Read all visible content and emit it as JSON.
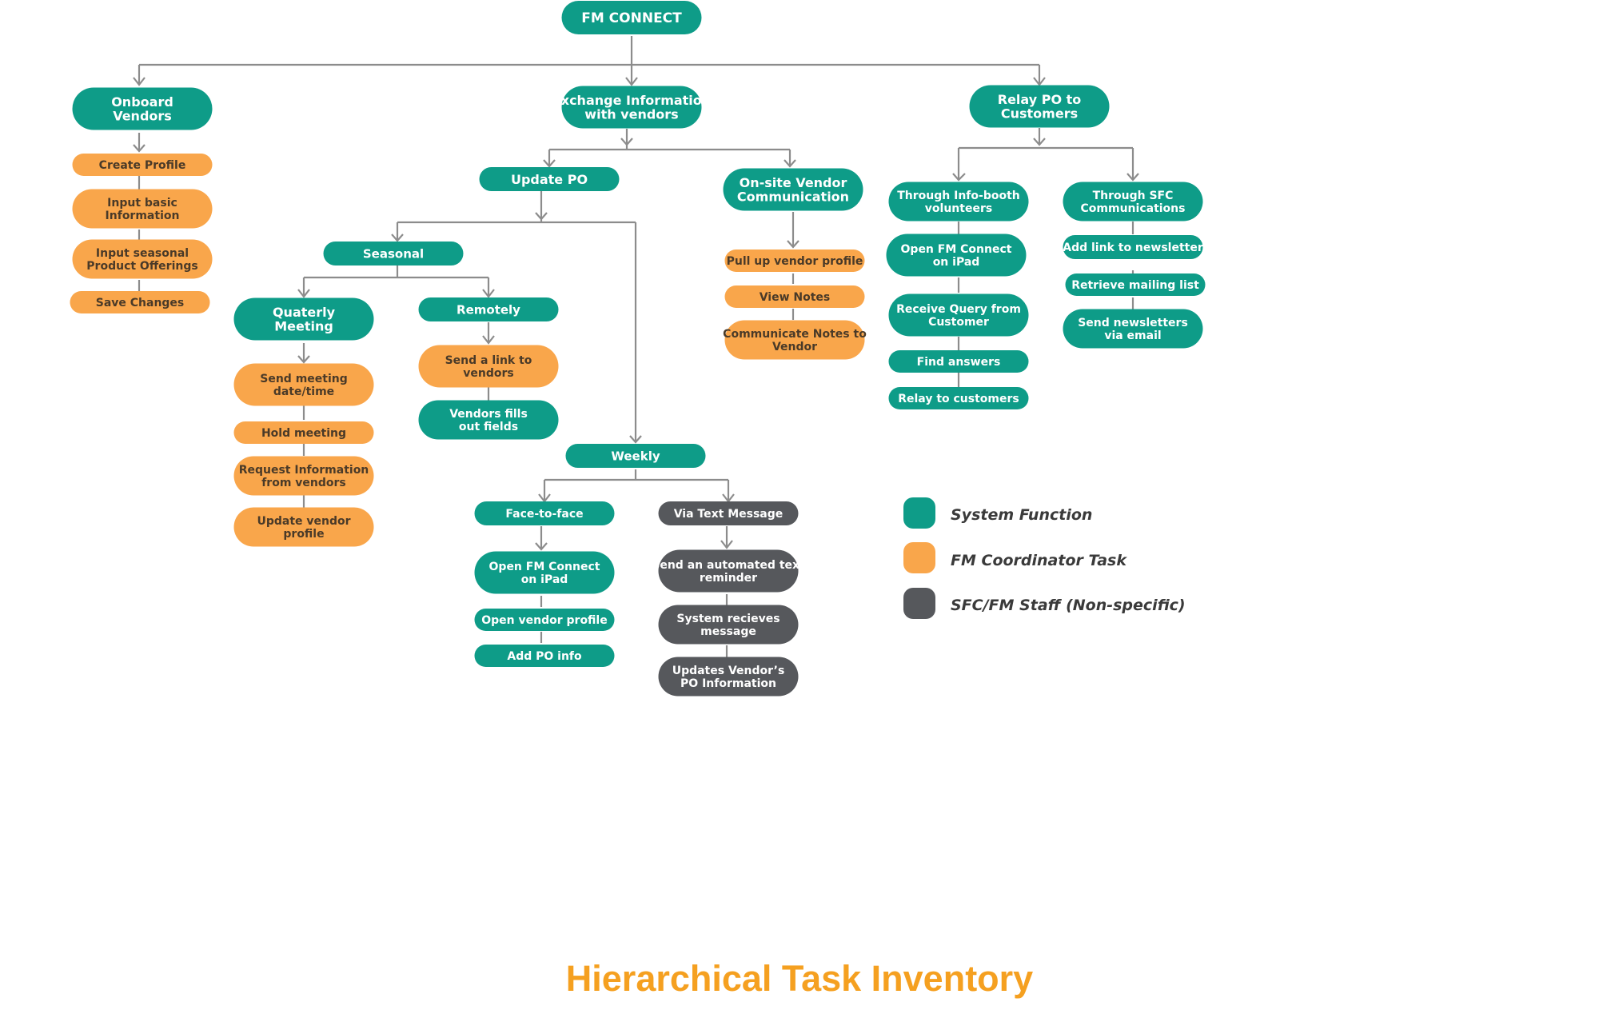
{
  "colors": {
    "system": "#0E9C88",
    "coordinator": "#F9A64B",
    "staff": "#56585C",
    "connector": "#8C8C8C",
    "title": "#F5A020",
    "coordinator_text": "#4A3A28"
  },
  "root": {
    "label": "FM CONNECT"
  },
  "branches": {
    "onboard": {
      "label": "Onboard Vendors",
      "steps": [
        "Create Profile",
        "Input basic Information",
        "Input seasonal Product Offerings",
        "Save Changes"
      ]
    },
    "exchange": {
      "label": "Exchange Information with vendors",
      "update_po": {
        "label": "Update PO",
        "seasonal": {
          "label": "Seasonal",
          "quarterly": {
            "label": "Quaterly Meeting",
            "steps": [
              "Send meeting date/time",
              "Hold meeting",
              "Request Information from vendors",
              "Update vendor profile"
            ]
          },
          "remotely": {
            "label": "Remotely",
            "steps": [
              "Send a link to vendors",
              "Vendors fills out fields"
            ]
          }
        },
        "weekly": {
          "label": "Weekly",
          "face_to_face": {
            "label": "Face-to-face",
            "steps": [
              "Open FM Connect on iPad",
              "Open vendor profile",
              "Add PO info"
            ]
          },
          "text_message": {
            "label": "Via Text Message",
            "steps": [
              "Send an automated text reminder",
              "System recieves message",
              "Updates Vendor’s PO Information"
            ]
          }
        }
      },
      "onsite": {
        "label": "On-site Vendor Communication",
        "steps": [
          "Pull up vendor profile",
          "View Notes",
          "Communicate Notes to Vendor"
        ]
      }
    },
    "relay": {
      "label": "Relay PO to Customers",
      "infobooth": {
        "label": "Through Info-booth volunteers",
        "steps": [
          "Open FM Connect on iPad",
          "Receive Query from Customer",
          "Find answers",
          "Relay to customers"
        ]
      },
      "sfc": {
        "label": "Through SFC Communications",
        "steps": [
          "Add link to newsletter",
          "Retrieve mailing list",
          "Send newsletters via email"
        ]
      }
    }
  },
  "legend": {
    "system": "System Function",
    "coordinator": "FM Coordinator Task",
    "staff": "SFC/FM Staff (Non-specific)"
  },
  "title": "Hierarchical Task Inventory"
}
